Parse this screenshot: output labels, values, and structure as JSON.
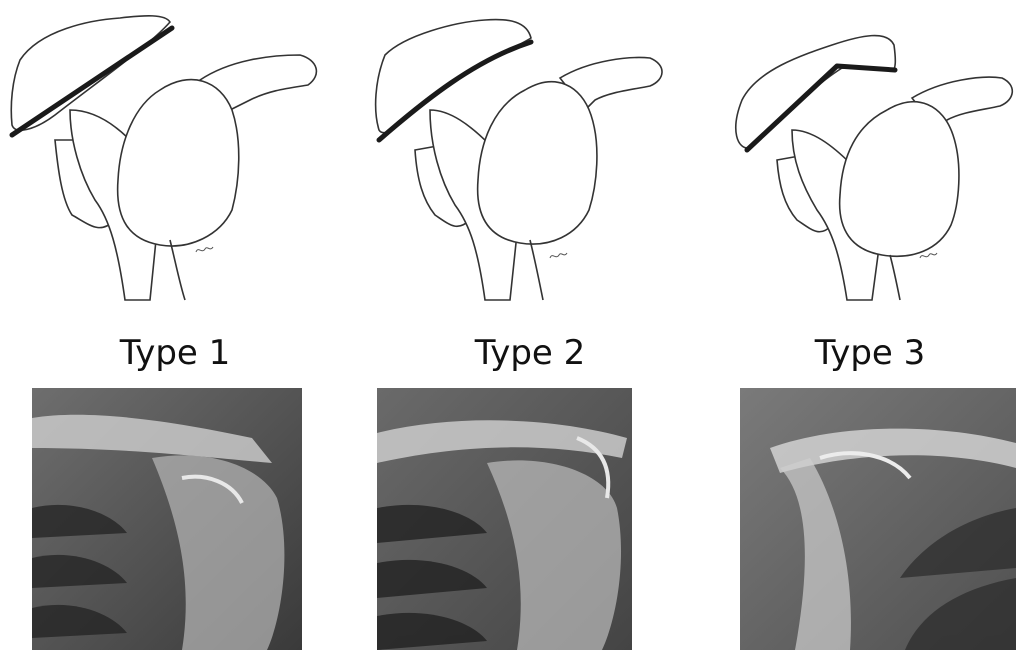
{
  "figure": {
    "types": [
      {
        "label": "Type 1",
        "acromion_shape": "flat"
      },
      {
        "label": "Type 2",
        "acromion_shape": "curved"
      },
      {
        "label": "Type 3",
        "acromion_shape": "hooked"
      }
    ]
  }
}
